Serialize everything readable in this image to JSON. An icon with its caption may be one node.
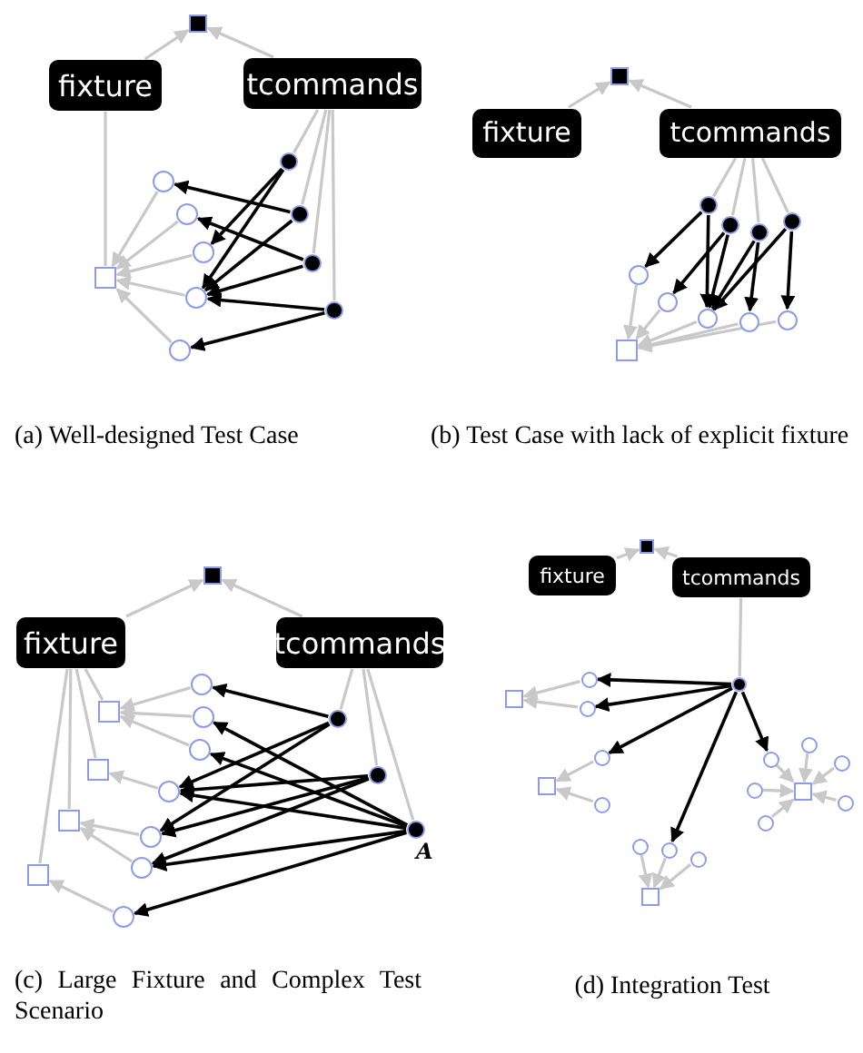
{
  "diagram": {
    "nodes": [
      {
        "text": [],
        "shape": "square"
      },
      {
        "text": [
          "fixture"
        ]
      },
      {
        "text": [
          "tcommands"
        ]
      },
      {
        "text": [],
        "shape": "circle"
      },
      {
        "text": [],
        "shape": "circle"
      },
      {
        "text": [],
        "shape": "circle"
      },
      {
        "text": [],
        "shape": "circle"
      },
      {
        "text": [],
        "shape": "circle"
      },
      {
        "text": [],
        "shape": "circle"
      },
      {
        "text": [],
        "shape": "circle"
      },
      {
        "text": [],
        "shape": "circle"
      },
      {
        "text": [],
        "shape": "circle"
      },
      {
        "text": [],
        "shape": "square"
      },
      {
        "text": [],
        "shape": "square"
      },
      {
        "text": [
          "fixture"
        ]
      },
      {
        "text": [
          "tcommands"
        ]
      },
      {
        "text": [],
        "shape": "circle"
      },
      {
        "text": [],
        "shape": "circle"
      },
      {
        "text": [],
        "shape": "circle"
      },
      {
        "text": [],
        "shape": "circle"
      },
      {
        "text": [],
        "shape": "circle"
      },
      {
        "text": [],
        "shape": "circle"
      },
      {
        "text": [],
        "shape": "circle"
      },
      {
        "text": [],
        "shape": "circle"
      },
      {
        "text": [],
        "shape": "circle"
      },
      {
        "text": [],
        "shape": "square"
      },
      {
        "text": [],
        "shape": "square"
      },
      {
        "text": [
          "fixture"
        ]
      },
      {
        "text": [
          "tcommands"
        ]
      },
      {
        "text": [],
        "shape": "circle"
      },
      {
        "text": [],
        "shape": "circle"
      },
      {
        "text": [],
        "shape": "circle",
        "beside": [
          "A"
        ]
      },
      {
        "text": [],
        "shape": "circle"
      },
      {
        "text": [],
        "shape": "circle"
      },
      {
        "text": [],
        "shape": "circle"
      },
      {
        "text": [],
        "shape": "circle"
      },
      {
        "text": [],
        "shape": "circle"
      },
      {
        "text": [],
        "shape": "circle"
      },
      {
        "text": [],
        "shape": "circle"
      },
      {
        "text": [],
        "shape": "square"
      },
      {
        "text": [],
        "shape": "square"
      },
      {
        "text": [],
        "shape": "square"
      },
      {
        "text": [],
        "shape": "square"
      },
      {
        "text": [],
        "shape": "square"
      },
      {
        "text": [
          "fixture"
        ]
      },
      {
        "text": [
          "tcommands"
        ]
      },
      {
        "text": [],
        "shape": "circle"
      },
      {
        "text": [],
        "shape": "square"
      },
      {
        "text": [],
        "shape": "circle"
      },
      {
        "text": [],
        "shape": "circle"
      },
      {
        "text": [],
        "shape": "square"
      },
      {
        "text": [],
        "shape": "circle"
      },
      {
        "text": [],
        "shape": "circle"
      },
      {
        "text": [],
        "shape": "square"
      },
      {
        "text": [],
        "shape": "circle"
      },
      {
        "text": [],
        "shape": "circle"
      },
      {
        "text": [],
        "shape": "circle"
      },
      {
        "text": [],
        "shape": "square"
      },
      {
        "text": [],
        "shape": "circle"
      },
      {
        "text": [],
        "shape": "circle"
      },
      {
        "text": [],
        "shape": "circle"
      },
      {
        "text": [],
        "shape": "circle"
      },
      {
        "text": [],
        "shape": "circle"
      },
      {
        "text": [],
        "shape": "circle"
      }
    ],
    "edges": [
      {
        "from": 1,
        "to": 0,
        "arrow": "to"
      },
      {
        "from": 2,
        "to": 0,
        "arrow": "to"
      },
      {
        "from": 1,
        "to": 12,
        "arrow": "none"
      },
      {
        "from": 2,
        "to": 3,
        "arrow": "none"
      },
      {
        "from": 2,
        "to": 4,
        "arrow": "none"
      },
      {
        "from": 2,
        "to": 5,
        "arrow": "none"
      },
      {
        "from": 2,
        "to": 6,
        "arrow": "none"
      },
      {
        "from": 7,
        "to": 12,
        "arrow": "to"
      },
      {
        "from": 8,
        "to": 12,
        "arrow": "to"
      },
      {
        "from": 9,
        "to": 12,
        "arrow": "to"
      },
      {
        "from": 10,
        "to": 12,
        "arrow": "to"
      },
      {
        "from": 11,
        "to": 12,
        "arrow": "to"
      },
      {
        "from": 3,
        "to": 9,
        "arrow": "to",
        "color": "#000000"
      },
      {
        "from": 3,
        "to": 10,
        "arrow": "to",
        "color": "#000000"
      },
      {
        "from": 4,
        "to": 7,
        "arrow": "to",
        "color": "#000000"
      },
      {
        "from": 4,
        "to": 10,
        "arrow": "to",
        "color": "#000000"
      },
      {
        "from": 5,
        "to": 8,
        "arrow": "to",
        "color": "#000000"
      },
      {
        "from": 5,
        "to": 10,
        "arrow": "to",
        "color": "#000000"
      },
      {
        "from": 6,
        "to": 10,
        "arrow": "to",
        "color": "#000000"
      },
      {
        "from": 6,
        "to": 11,
        "arrow": "to",
        "color": "#000000"
      },
      {
        "from": 14,
        "to": 13,
        "arrow": "to"
      },
      {
        "from": 15,
        "to": 13,
        "arrow": "to"
      },
      {
        "from": 15,
        "to": 16,
        "arrow": "none"
      },
      {
        "from": 15,
        "to": 17,
        "arrow": "none"
      },
      {
        "from": 15,
        "to": 18,
        "arrow": "none"
      },
      {
        "from": 15,
        "to": 19,
        "arrow": "none"
      },
      {
        "from": 20,
        "to": 25,
        "arrow": "to"
      },
      {
        "from": 21,
        "to": 25,
        "arrow": "to"
      },
      {
        "from": 22,
        "to": 25,
        "arrow": "to"
      },
      {
        "from": 23,
        "to": 25,
        "arrow": "to"
      },
      {
        "from": 24,
        "to": 25,
        "arrow": "to"
      },
      {
        "from": 16,
        "to": 20,
        "arrow": "to",
        "color": "#000000"
      },
      {
        "from": 16,
        "to": 22,
        "arrow": "to",
        "color": "#000000"
      },
      {
        "from": 17,
        "to": 21,
        "arrow": "to",
        "color": "#000000"
      },
      {
        "from": 17,
        "to": 22,
        "arrow": "to",
        "color": "#000000"
      },
      {
        "from": 18,
        "to": 22,
        "arrow": "to",
        "color": "#000000"
      },
      {
        "from": 18,
        "to": 23,
        "arrow": "to",
        "color": "#000000"
      },
      {
        "from": 19,
        "to": 22,
        "arrow": "to",
        "color": "#000000"
      },
      {
        "from": 19,
        "to": 24,
        "arrow": "to",
        "color": "#000000"
      },
      {
        "from": 27,
        "to": 26,
        "arrow": "to"
      },
      {
        "from": 28,
        "to": 26,
        "arrow": "to"
      },
      {
        "from": 27,
        "to": 39,
        "arrow": "none"
      },
      {
        "from": 27,
        "to": 40,
        "arrow": "none"
      },
      {
        "from": 27,
        "to": 41,
        "arrow": "none"
      },
      {
        "from": 27,
        "to": 42,
        "arrow": "none"
      },
      {
        "from": 28,
        "to": 29,
        "arrow": "none"
      },
      {
        "from": 28,
        "to": 30,
        "arrow": "none"
      },
      {
        "from": 28,
        "to": 31,
        "arrow": "none"
      },
      {
        "from": 32,
        "to": 39,
        "arrow": "to"
      },
      {
        "from": 33,
        "to": 39,
        "arrow": "to"
      },
      {
        "from": 34,
        "to": 39,
        "arrow": "to"
      },
      {
        "from": 35,
        "to": 40,
        "arrow": "to"
      },
      {
        "from": 36,
        "to": 41,
        "arrow": "to"
      },
      {
        "from": 37,
        "to": 41,
        "arrow": "to"
      },
      {
        "from": 38,
        "to": 42,
        "arrow": "to"
      },
      {
        "from": 29,
        "to": 32,
        "arrow": "to",
        "color": "#000000"
      },
      {
        "from": 29,
        "to": 35,
        "arrow": "to",
        "color": "#000000"
      },
      {
        "from": 29,
        "to": 36,
        "arrow": "to",
        "color": "#000000"
      },
      {
        "from": 30,
        "to": 35,
        "arrow": "to",
        "color": "#000000"
      },
      {
        "from": 30,
        "to": 36,
        "arrow": "to",
        "color": "#000000"
      },
      {
        "from": 30,
        "to": 37,
        "arrow": "to",
        "color": "#000000"
      },
      {
        "from": 31,
        "to": 33,
        "arrow": "to",
        "color": "#000000"
      },
      {
        "from": 31,
        "to": 34,
        "arrow": "to",
        "color": "#000000"
      },
      {
        "from": 31,
        "to": 35,
        "arrow": "to",
        "color": "#000000"
      },
      {
        "from": 31,
        "to": 37,
        "arrow": "to",
        "color": "#000000"
      },
      {
        "from": 31,
        "to": 38,
        "arrow": "to",
        "color": "#000000"
      },
      {
        "from": 44,
        "to": 43,
        "arrow": "to"
      },
      {
        "from": 45,
        "to": 43,
        "arrow": "to"
      },
      {
        "from": 45,
        "to": 46,
        "arrow": "none"
      },
      {
        "from": 48,
        "to": 47,
        "arrow": "to"
      },
      {
        "from": 49,
        "to": 47,
        "arrow": "to"
      },
      {
        "from": 51,
        "to": 50,
        "arrow": "to"
      },
      {
        "from": 52,
        "to": 50,
        "arrow": "to"
      },
      {
        "from": 54,
        "to": 53,
        "arrow": "to"
      },
      {
        "from": 55,
        "to": 53,
        "arrow": "to"
      },
      {
        "from": 56,
        "to": 53,
        "arrow": "to"
      },
      {
        "from": 58,
        "to": 57,
        "arrow": "to"
      },
      {
        "from": 59,
        "to": 57,
        "arrow": "to"
      },
      {
        "from": 60,
        "to": 57,
        "arrow": "to"
      },
      {
        "from": 61,
        "to": 57,
        "arrow": "to"
      },
      {
        "from": 62,
        "to": 57,
        "arrow": "to"
      },
      {
        "from": 63,
        "to": 57,
        "arrow": "to"
      },
      {
        "from": 46,
        "to": 48,
        "arrow": "to",
        "color": "#000000"
      },
      {
        "from": 46,
        "to": 49,
        "arrow": "to",
        "color": "#000000"
      },
      {
        "from": 46,
        "to": 51,
        "arrow": "to",
        "color": "#000000"
      },
      {
        "from": 46,
        "to": 55,
        "arrow": "to",
        "color": "#000000"
      },
      {
        "from": 46,
        "to": 58,
        "arrow": "to",
        "color": "#000000"
      }
    ],
    "labels": [
      "(a) Well-designed Test Case",
      "(b) Test Case with lack of explicit fixture",
      "(c) Large Fixture and Complex Test Scenario",
      "(d) Integration Test"
    ]
  }
}
